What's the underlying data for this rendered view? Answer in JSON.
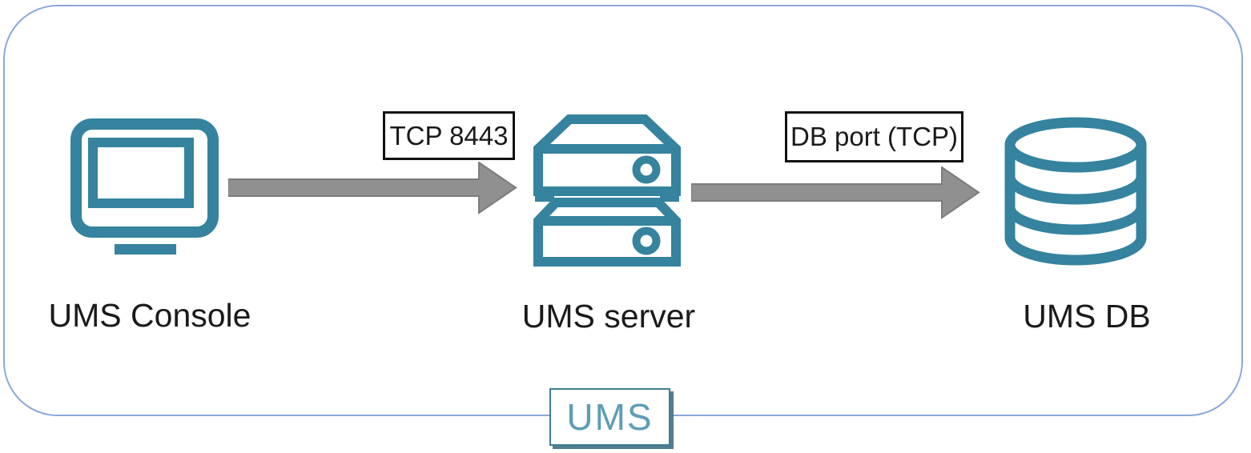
{
  "diagram": {
    "nodes": [
      {
        "id": "ums-console",
        "label": "UMS Console",
        "icon": "monitor-icon"
      },
      {
        "id": "ums-server",
        "label": "UMS server",
        "icon": "server-rack-icon"
      },
      {
        "id": "ums-db",
        "label": "UMS DB",
        "icon": "database-icon"
      }
    ],
    "connections": [
      {
        "from": "ums-console",
        "to": "ums-server",
        "label": "TCP 8443",
        "direction": "right"
      },
      {
        "from": "ums-server",
        "to": "ums-db",
        "label": "DB port (TCP)",
        "direction": "right"
      }
    ],
    "badge": {
      "label": "UMS"
    }
  },
  "colors": {
    "icon_teal": "#35839E",
    "frame_border": "#8BA7DC",
    "arrow_fill": "#909090",
    "arrow_outline": "#7C7C7C",
    "edge_label_border": "#111111",
    "text": "#1A1A1A",
    "badge_text": "#5E9DB6",
    "badge_border": "#3E7E94",
    "badge_shadow": "#527C8D"
  }
}
